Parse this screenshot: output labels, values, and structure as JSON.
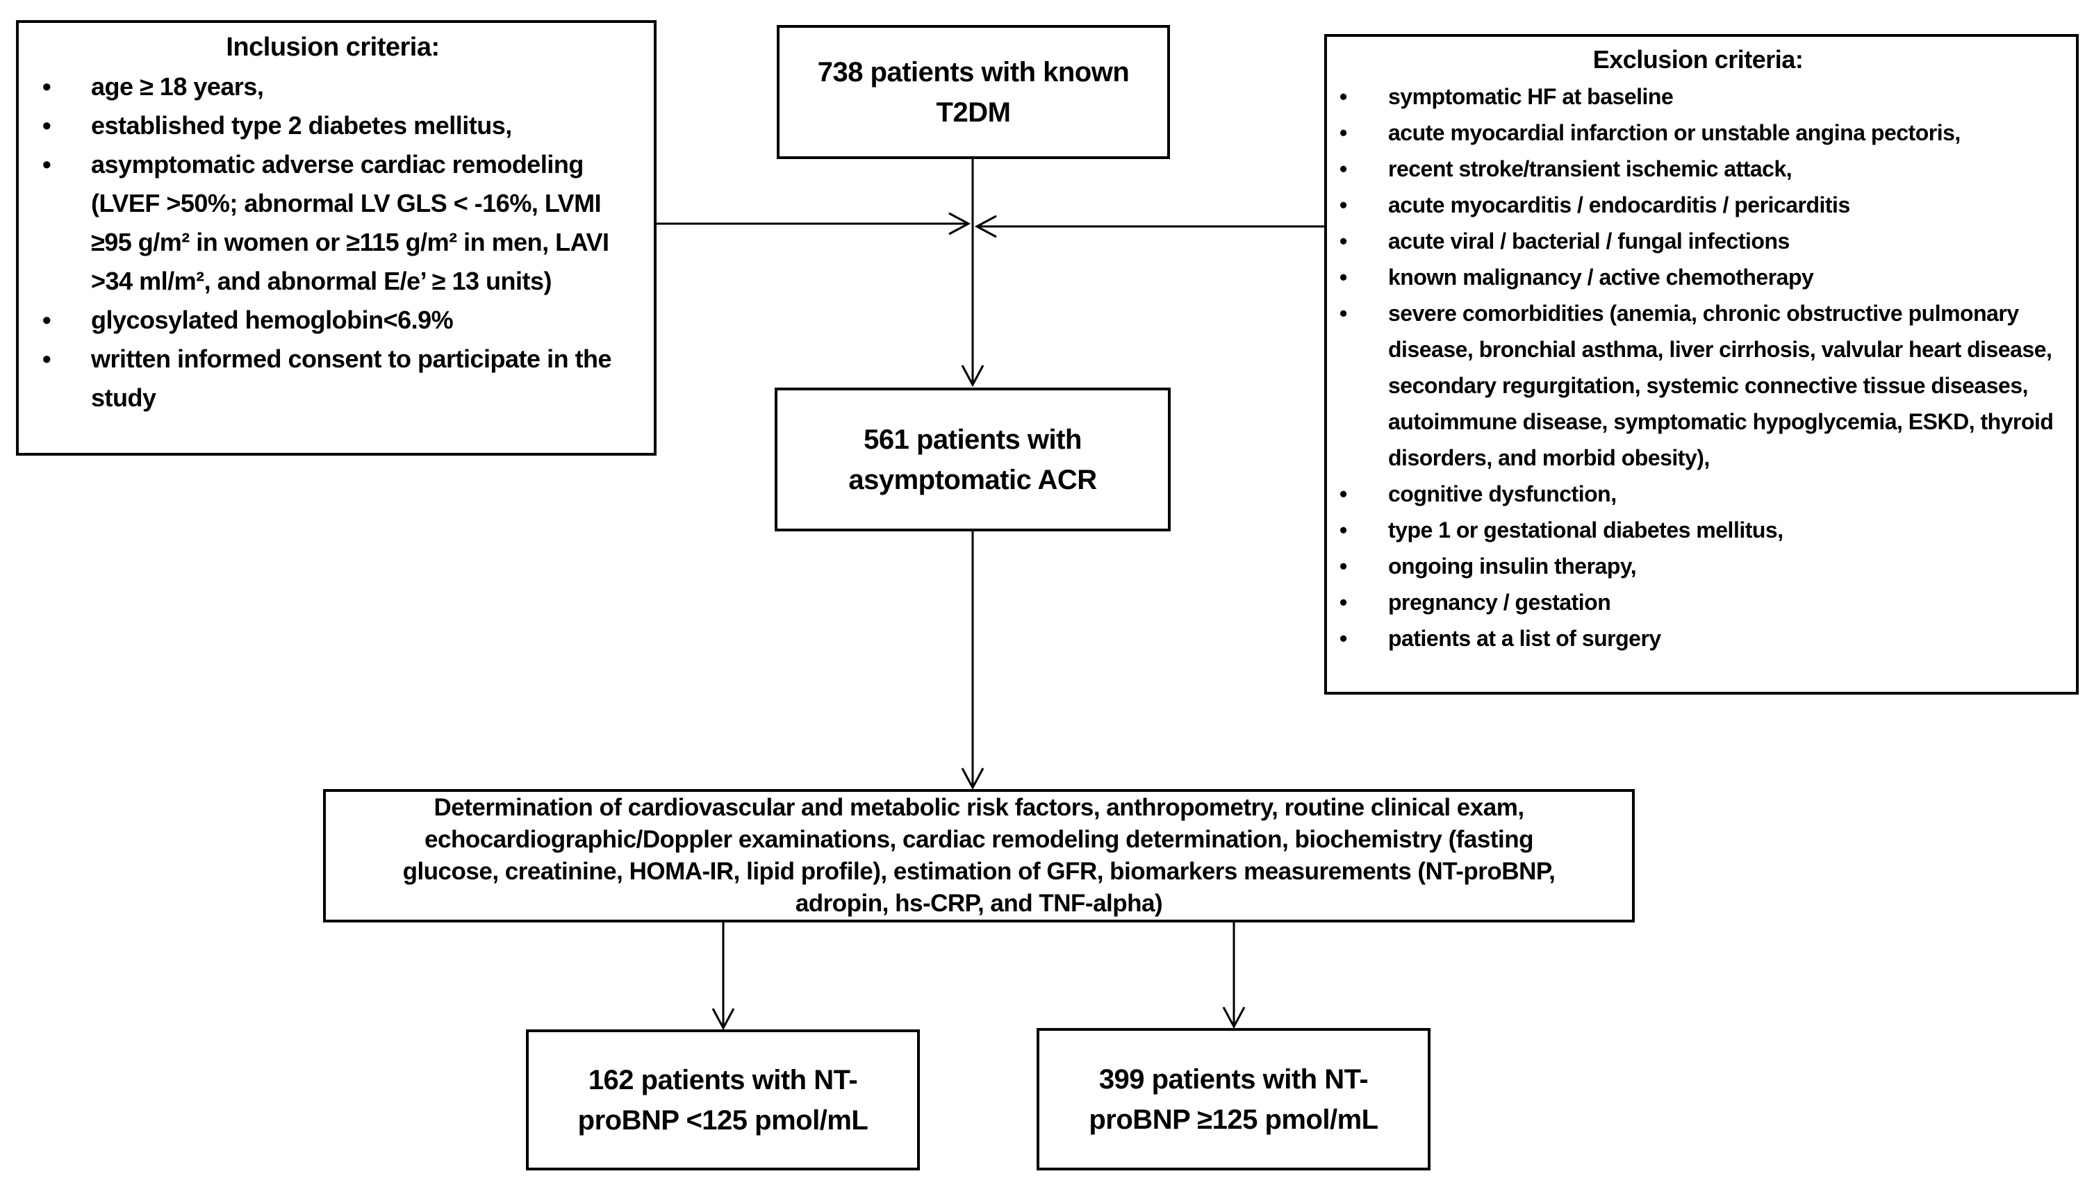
{
  "diagram": {
    "colors": {
      "ink": "#000000",
      "background": "#ffffff"
    },
    "inclusion": {
      "title": "Inclusion criteria:",
      "items": [
        "age ≥ 18 years,",
        "established type 2 diabetes mellitus,",
        "asymptomatic adverse cardiac remodeling (LVEF >50%; abnormal LV GLS < -16%, LVMI ≥95 g/m² in women or ≥115 g/m² in men, LAVI >34 ml/m², and abnormal E/e’ ≥ 13 units)",
        "glycosylated hemoglobin<6.9%",
        "written informed consent to participate in the study"
      ]
    },
    "exclusion": {
      "title": "Exclusion criteria:",
      "items": [
        "symptomatic HF at baseline",
        "acute myocardial infarction or unstable angina pectoris,",
        "recent stroke/transient ischemic attack,",
        "acute myocarditis / endocarditis / pericarditis",
        "acute viral / bacterial / fungal infections",
        "known malignancy / active chemotherapy",
        "severe comorbidities (anemia, chronic obstructive pulmonary disease, bronchial asthma, liver cirrhosis, valvular heart disease, secondary regurgitation, systemic connective tissue diseases, autoimmune disease, symptomatic hypoglycemia, ESKD, thyroid disorders, and morbid obesity),",
        "cognitive dysfunction,",
        "type 1 or gestational diabetes mellitus,",
        "ongoing insulin therapy,",
        "pregnancy / gestation",
        "patients at a list of surgery"
      ]
    },
    "t2dm_box": {
      "line1": "738 patients with known",
      "line2": "T2DM"
    },
    "acr_box": {
      "line1": "561 patients with",
      "line2": "asymptomatic ACR"
    },
    "determination_box": {
      "line1": "Determination of cardiovascular and metabolic risk factors,  anthropometry, routine clinical exam,",
      "line2": "echocardiographic/Doppler  examinations, cardiac remodeling determination, biochemistry (fasting",
      "line3": "glucose, creatinine, HOMA-IR, lipid profile), estimation of GFR, biomarkers measurements (NT-proBNP,",
      "line4": "adropin, hs-CRP,  and TNF-alpha)"
    },
    "nt_low_box": {
      "line1": "162 patients with NT-",
      "line2": "proBNP <125 pmol/mL"
    },
    "nt_high_box": {
      "line1": "399 patients with NT-",
      "line2": "proBNP ≥125 pmol/mL"
    }
  }
}
